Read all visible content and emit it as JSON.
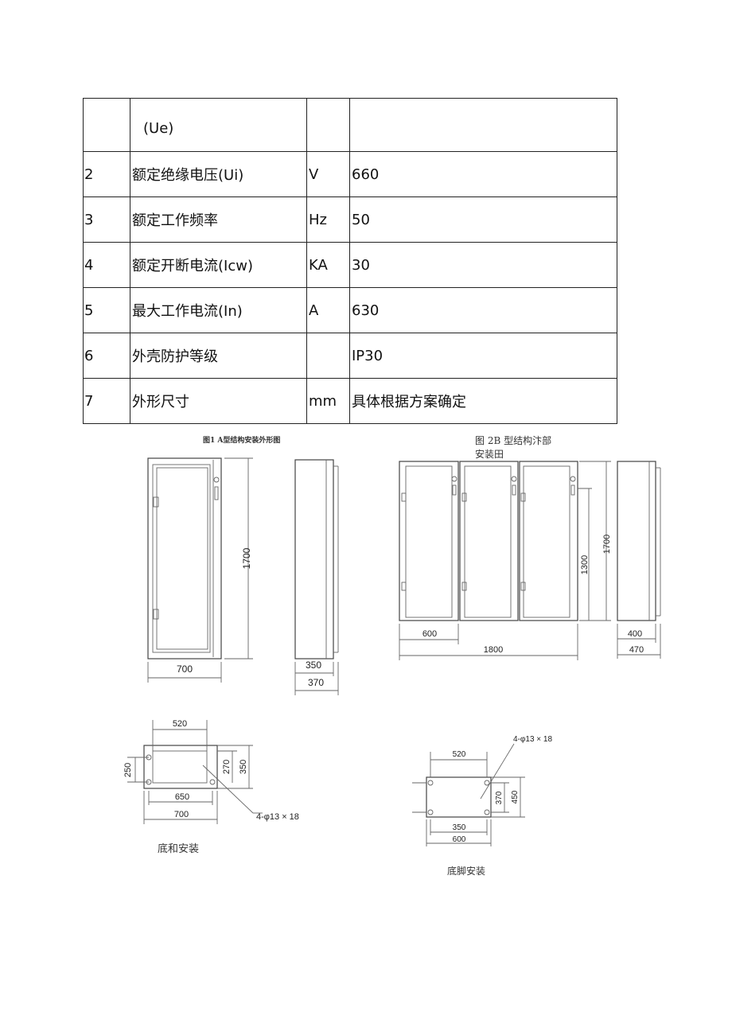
{
  "spec_table": {
    "rows": [
      {
        "no": "",
        "name": "(Ue)",
        "unit": "",
        "value": ""
      },
      {
        "no": "2",
        "name": "额定绝缘电压(Ui)",
        "unit": "V",
        "value": "660"
      },
      {
        "no": "3",
        "name": "额定工作频率",
        "unit": "Hz",
        "value": "50"
      },
      {
        "no": "4",
        "name": "额定开断电流(Icw)",
        "unit": "KA",
        "value": "30"
      },
      {
        "no": "5",
        "name": "最大工作电流(In)",
        "unit": "A",
        "value": "630"
      },
      {
        "no": "6",
        "name": "外壳防护等级",
        "unit": "",
        "value": "IP30"
      },
      {
        "no": "7",
        "name": "外形尺寸",
        "unit": "mm",
        "value": "具体根据方案确定"
      }
    ]
  },
  "figures": {
    "fig1_caption": "图1 A型结构安装外形图",
    "fig2_caption_line1": "图 2B 型结构汴部",
    "fig2_caption_line2": "安装田",
    "fig1": {
      "height": "1700",
      "width": "700",
      "depth_inner": "350",
      "depth_outer": "370"
    },
    "fig2": {
      "height_outer": "1700",
      "height_inner": "1300",
      "panel_width": "600",
      "total_width": "1800",
      "depth_inner": "400",
      "depth_outer": "470"
    },
    "base_a": {
      "label": "底和安装",
      "d_top": "520",
      "d_650": "650",
      "d_700": "700",
      "d_250": "250",
      "d_270": "270",
      "d_350": "350",
      "holes": "4-φ13 × 18"
    },
    "base_b": {
      "label": "底脚安装",
      "d_top": "520",
      "d_350": "350",
      "d_600": "600",
      "d_370": "370",
      "d_450": "450",
      "holes": "4-φ13 × 18"
    }
  }
}
